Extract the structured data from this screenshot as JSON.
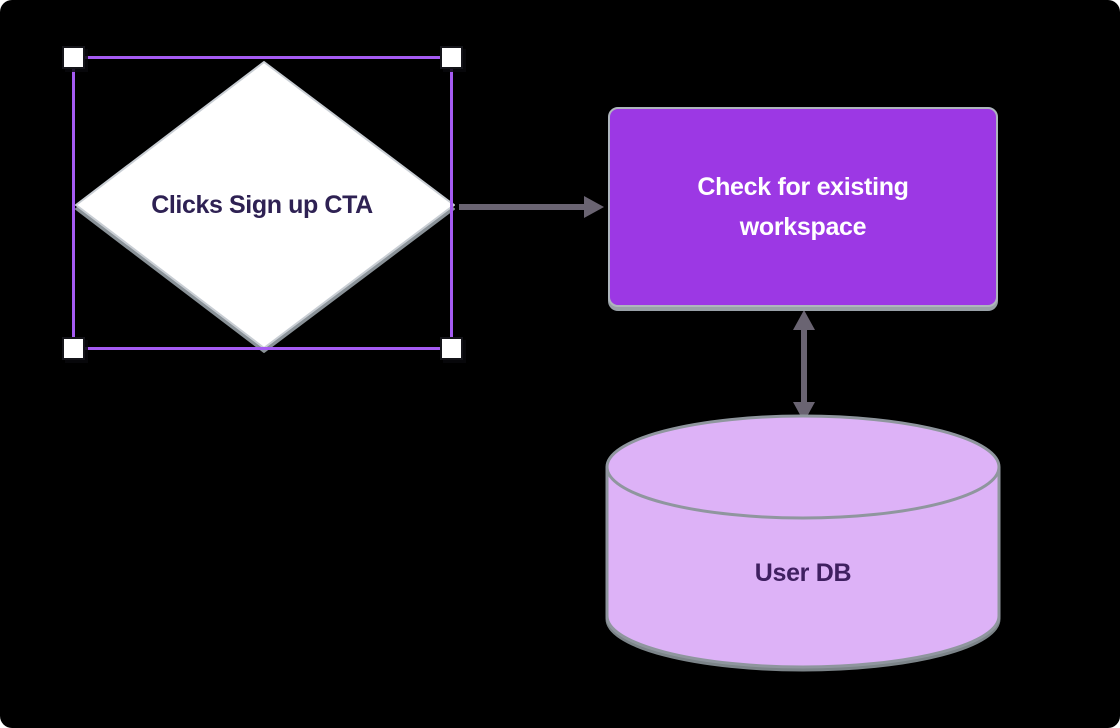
{
  "app": {
    "background_color": "#000000"
  },
  "diagram": {
    "diamond_node": {
      "shape": "diamond",
      "label": "Clicks Sign up CTA",
      "fill": "#FFFFFF",
      "stroke": "#C9CED4",
      "shadow_color": "#8A9298",
      "text_color": "#2E2153",
      "selected": true
    },
    "process_node": {
      "shape": "rounded-rectangle",
      "label": "Check for existing workspace",
      "fill": "#9C38E4",
      "stroke": "#AEB6BD",
      "shadow_color": "#99A1A8",
      "text_color": "#FFFFFF"
    },
    "database_node": {
      "shape": "cylinder",
      "label": "User DB",
      "fill": "#DDB2F7",
      "stroke": "#8F969E",
      "text_color": "#3F2060"
    },
    "connectors": [
      {
        "from": "diamond_node",
        "to": "process_node",
        "orientation": "horizontal",
        "color": "#6A6472",
        "arrowheads": "end"
      },
      {
        "from": "process_node",
        "to": "database_node",
        "orientation": "vertical",
        "color": "#6A6472",
        "arrowheads": "both"
      }
    ],
    "selection": {
      "outline_color": "#A55BF2",
      "handle_fill": "#FFFFFF"
    }
  }
}
